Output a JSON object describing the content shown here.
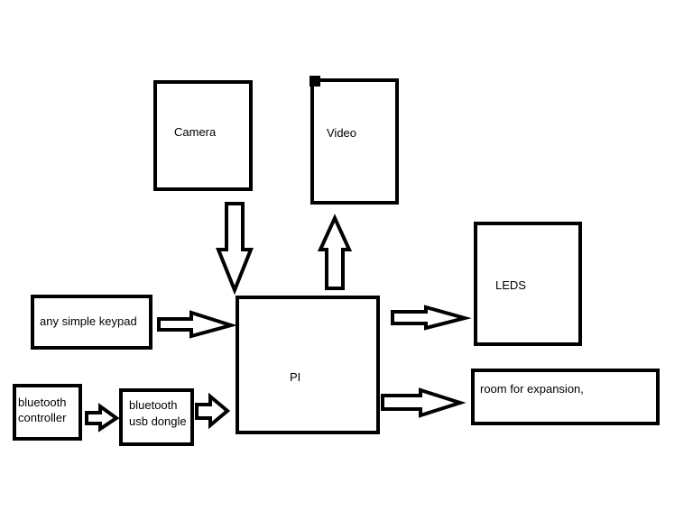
{
  "nodes": {
    "camera": "Camera",
    "video": "Video",
    "leds": "LEDS",
    "keypad": "any simple keypad",
    "pi": "PI",
    "expansion": "room for expansion,",
    "bt_controller": [
      "bluetooth",
      "controller"
    ],
    "bt_dongle": [
      "bluetooth",
      "usb dongle"
    ]
  },
  "edges": [
    {
      "from": "Camera",
      "to": "PI"
    },
    {
      "from": "PI",
      "to": "Video"
    },
    {
      "from": "PI",
      "to": "LEDS"
    },
    {
      "from": "any simple keypad",
      "to": "PI"
    },
    {
      "from": "bluetooth controller",
      "to": "bluetooth usb dongle"
    },
    {
      "from": "bluetooth usb dongle",
      "to": "PI"
    },
    {
      "from": "PI",
      "to": "room for expansion,"
    }
  ],
  "colors": {
    "stroke": "#000000",
    "fill": "#ffffff"
  }
}
